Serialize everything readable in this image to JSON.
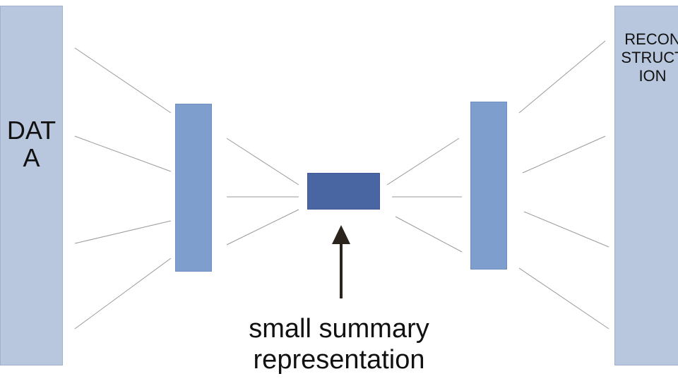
{
  "diagram": {
    "input_label": "DATA",
    "output_label": "RECONSTRUCTION",
    "caption_line1": "small summary",
    "caption_line2": "representation"
  },
  "colors": {
    "outer_block": "#b8c7de",
    "hidden_block": "#7e9ecd",
    "code_block": "#4a66a2",
    "connector": "#9a9a9a",
    "arrow": "#2a241c"
  }
}
